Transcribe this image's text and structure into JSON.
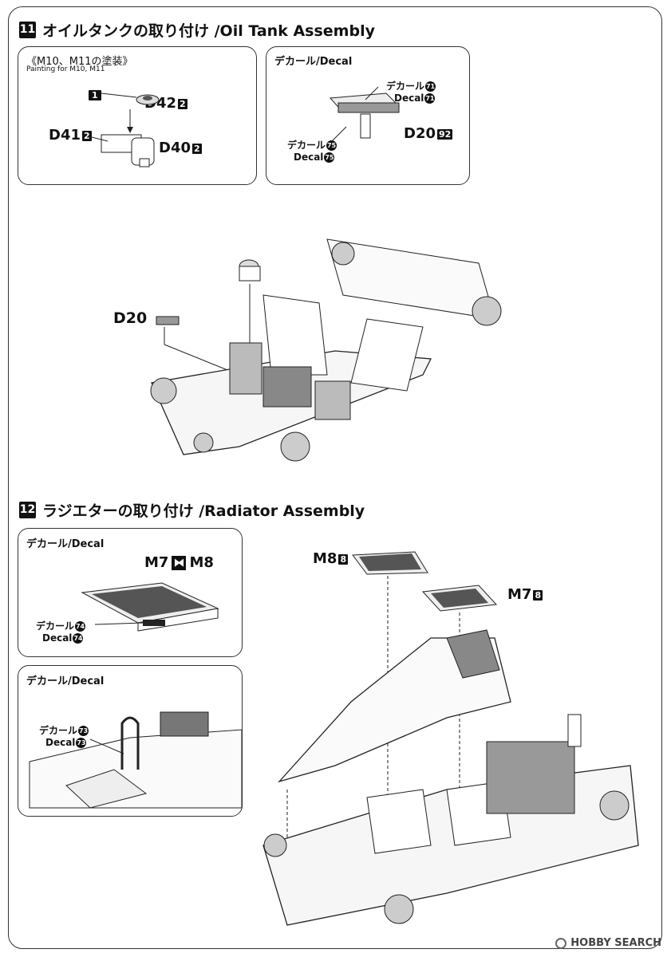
{
  "step11": {
    "num": "11",
    "title": "オイルタンクの取り付け /Oil Tank Assembly",
    "painting_box": {
      "heading": "《M10、M11の塗装》",
      "subheading": "Painting for M10, M11",
      "marker": "1",
      "parts": [
        {
          "name": "D42",
          "num": "2"
        },
        {
          "name": "D41",
          "num": "2"
        },
        {
          "name": "D40",
          "num": "2"
        }
      ]
    },
    "decal_box": {
      "heading": "デカール/Decal",
      "callout_a_jp": "デカール",
      "callout_a_en": "Decal",
      "callout_a_num": "71",
      "callout_b_jp": "デカール",
      "callout_b_en": "Decal",
      "callout_b_num": "75",
      "part": {
        "name": "D20",
        "num": "92"
      }
    },
    "main_label": "D20"
  },
  "step12": {
    "num": "12",
    "title": "ラジエターの取り付け /Radiator Assembly",
    "decal_box_1": {
      "heading": "デカール/Decal",
      "left_part": "M7",
      "right_part": "M8",
      "callout_jp": "デカール",
      "callout_en": "Decal",
      "callout_num": "74"
    },
    "decal_box_2": {
      "heading": "デカール/Decal",
      "callout_jp": "デカール",
      "callout_en": "Decal",
      "callout_num": "73"
    },
    "parts": [
      {
        "name": "M8",
        "num": "8"
      },
      {
        "name": "M7",
        "num": "8"
      }
    ]
  },
  "watermark": "HOBBY SEARCH"
}
